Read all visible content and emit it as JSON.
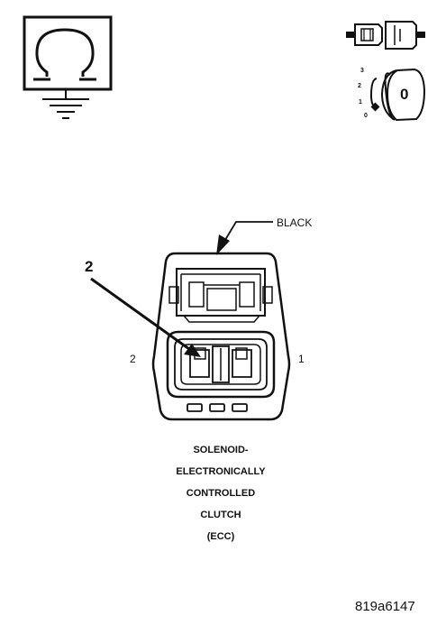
{
  "figure_id": "819a6147",
  "wire_color_label": "BLACK",
  "pin_labels": {
    "left": "2",
    "right": "1"
  },
  "callout_number": "2",
  "caption_lines": [
    "SOLENOID-",
    "ELECTRONICALLY",
    "CONTROLLED",
    "CLUTCH",
    "(ECC)"
  ],
  "ignition_key": {
    "positions": [
      "3",
      "2",
      "1",
      "0"
    ],
    "key_label": "0"
  },
  "icons": {
    "meter": "ohmmeter-ground-icon",
    "connector": "disconnected-connector-icon",
    "ignition": "ignition-switch-icon"
  }
}
